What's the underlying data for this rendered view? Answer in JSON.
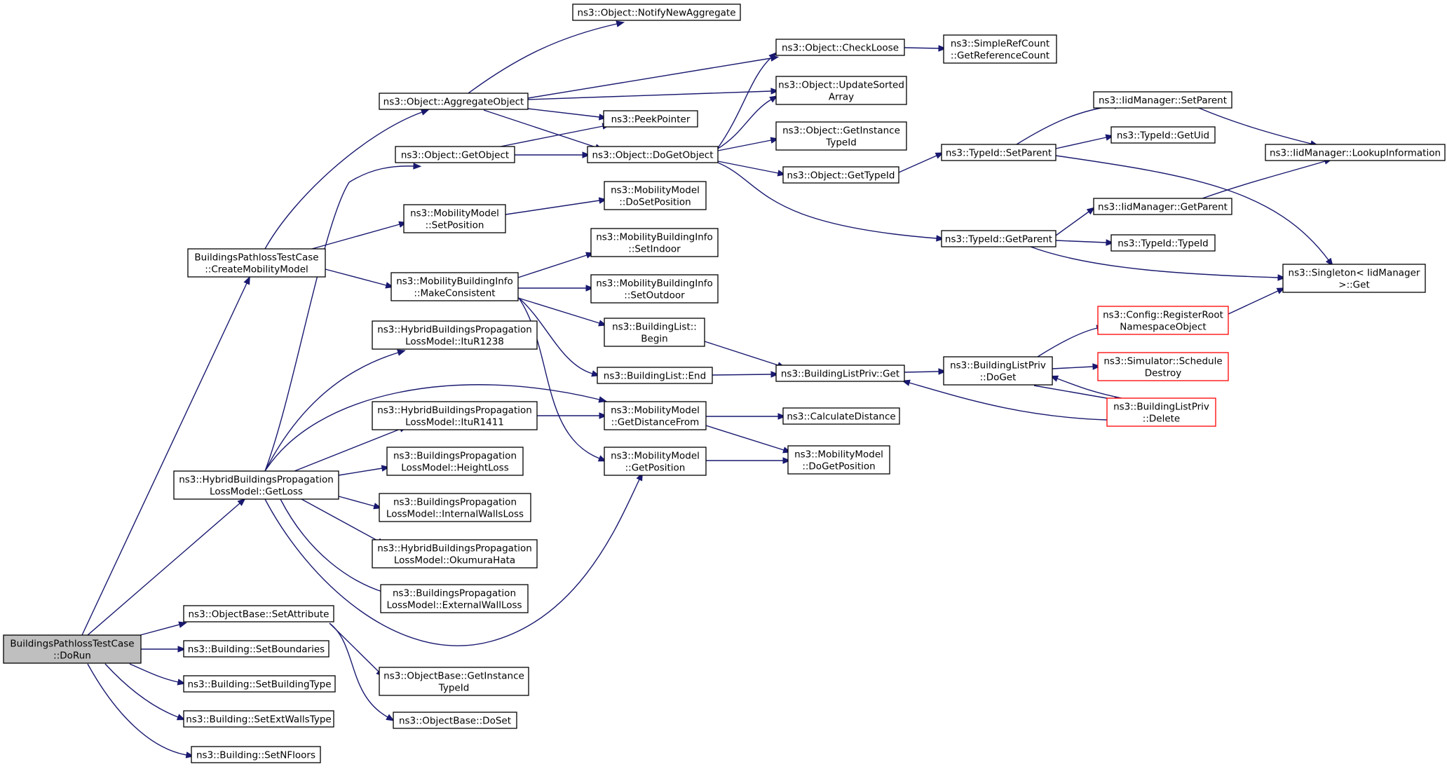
{
  "graph": {
    "edge_color": "#191970",
    "root_fill": "#bfbfbf",
    "highlight_border": "#ff0000",
    "nodes": [
      {
        "id": "dorun",
        "lines": [
          "BuildingsPathlossTestCase",
          "::DoRun"
        ],
        "style": "root"
      },
      {
        "id": "createmob",
        "lines": [
          "BuildingsPathlossTestCase",
          "::CreateMobilityModel"
        ]
      },
      {
        "id": "hybridgetloss",
        "lines": [
          "ns3::HybridBuildingsPropagation",
          "LossModel::GetLoss"
        ]
      },
      {
        "id": "setattr",
        "lines": [
          "ns3::ObjectBase::SetAttribute"
        ]
      },
      {
        "id": "setbound",
        "lines": [
          "ns3::Building::SetBoundaries"
        ]
      },
      {
        "id": "setbtype",
        "lines": [
          "ns3::Building::SetBuildingType"
        ]
      },
      {
        "id": "setextwalls",
        "lines": [
          "ns3::Building::SetExtWallsType"
        ]
      },
      {
        "id": "setnfloors",
        "lines": [
          "ns3::Building::SetNFloors"
        ]
      },
      {
        "id": "aggobj",
        "lines": [
          "ns3::Object::AggregateObject"
        ]
      },
      {
        "id": "getobj",
        "lines": [
          "ns3::Object::GetObject"
        ]
      },
      {
        "id": "mmsetpos",
        "lines": [
          "ns3::MobilityModel",
          "::SetPosition"
        ]
      },
      {
        "id": "mbimake",
        "lines": [
          "ns3::MobilityBuildingInfo",
          "::MakeConsistent"
        ]
      },
      {
        "id": "itur1238",
        "lines": [
          "ns3::HybridBuildingsPropagation",
          "LossModel::ItuR1238"
        ]
      },
      {
        "id": "itur1411",
        "lines": [
          "ns3::HybridBuildingsPropagation",
          "LossModel::ItuR1411"
        ]
      },
      {
        "id": "heightloss",
        "lines": [
          "ns3::BuildingsPropagation",
          "LossModel::HeightLoss"
        ]
      },
      {
        "id": "internalwalls",
        "lines": [
          "ns3::BuildingsPropagation",
          "LossModel::InternalWallsLoss"
        ]
      },
      {
        "id": "okumura",
        "lines": [
          "ns3::HybridBuildingsPropagation",
          "LossModel::OkumuraHata"
        ]
      },
      {
        "id": "externalwall",
        "lines": [
          "ns3::BuildingsPropagation",
          "LossModel::ExternalWallLoss"
        ]
      },
      {
        "id": "obgetinst",
        "lines": [
          "ns3::ObjectBase::GetInstance",
          "TypeId"
        ]
      },
      {
        "id": "obdoset",
        "lines": [
          "ns3::ObjectBase::DoSet"
        ]
      },
      {
        "id": "notify",
        "lines": [
          "ns3::Object::NotifyNewAggregate"
        ]
      },
      {
        "id": "peek",
        "lines": [
          "ns3::PeekPointer"
        ]
      },
      {
        "id": "dogetobj",
        "lines": [
          "ns3::Object::DoGetObject"
        ]
      },
      {
        "id": "mmdosetpos",
        "lines": [
          "ns3::MobilityModel",
          "::DoSetPosition"
        ]
      },
      {
        "id": "mbisetindoor",
        "lines": [
          "ns3::MobilityBuildingInfo",
          "::SetIndoor"
        ]
      },
      {
        "id": "mbisetoutdoor",
        "lines": [
          "ns3::MobilityBuildingInfo",
          "::SetOutdoor"
        ]
      },
      {
        "id": "blbegin",
        "lines": [
          "ns3::BuildingList::",
          "Begin"
        ]
      },
      {
        "id": "blend",
        "lines": [
          "ns3::BuildingList::End"
        ]
      },
      {
        "id": "mmgetdist",
        "lines": [
          "ns3::MobilityModel",
          "::GetDistanceFrom"
        ]
      },
      {
        "id": "mmgetpos",
        "lines": [
          "ns3::MobilityModel",
          "::GetPosition"
        ]
      },
      {
        "id": "checkloose",
        "lines": [
          "ns3::Object::CheckLoose"
        ]
      },
      {
        "id": "updsorted",
        "lines": [
          "ns3::Object::UpdateSorted",
          "Array"
        ]
      },
      {
        "id": "objgetinst",
        "lines": [
          "ns3::Object::GetInstance",
          "TypeId"
        ]
      },
      {
        "id": "objgettypeid",
        "lines": [
          "ns3::Object::GetTypeId"
        ]
      },
      {
        "id": "blpget",
        "lines": [
          "ns3::BuildingListPriv::Get"
        ]
      },
      {
        "id": "calcdist",
        "lines": [
          "ns3::CalculateDistance"
        ]
      },
      {
        "id": "mmdogetpos",
        "lines": [
          "ns3::MobilityModel",
          "::DoGetPosition"
        ]
      },
      {
        "id": "simpleref",
        "lines": [
          "ns3::SimpleRefCount",
          "::GetReferenceCount"
        ]
      },
      {
        "id": "tidsetparent",
        "lines": [
          "ns3::TypeId::SetParent"
        ]
      },
      {
        "id": "tidgetparent",
        "lines": [
          "ns3::TypeId::GetParent"
        ]
      },
      {
        "id": "blpdoget",
        "lines": [
          "ns3::BuildingListPriv",
          "::DoGet"
        ]
      },
      {
        "id": "iidsetparent",
        "lines": [
          "ns3::IidManager::SetParent"
        ]
      },
      {
        "id": "tidgetuid",
        "lines": [
          "ns3::TypeId::GetUid"
        ]
      },
      {
        "id": "iidgetparent",
        "lines": [
          "ns3::IidManager::GetParent"
        ]
      },
      {
        "id": "tidtypeid",
        "lines": [
          "ns3::TypeId::TypeId"
        ]
      },
      {
        "id": "configreg",
        "lines": [
          "ns3::Config::RegisterRoot",
          "NamespaceObject"
        ],
        "style": "red"
      },
      {
        "id": "simsched",
        "lines": [
          "ns3::Simulator::Schedule",
          "Destroy"
        ],
        "style": "red"
      },
      {
        "id": "blpdelete",
        "lines": [
          "ns3::BuildingListPriv",
          "::Delete"
        ],
        "style": "red"
      },
      {
        "id": "iidlookup",
        "lines": [
          "ns3::IidManager::LookupInformation"
        ]
      },
      {
        "id": "singleton",
        "lines": [
          "ns3::Singleton< IidManager",
          ">::Get"
        ]
      }
    ]
  }
}
